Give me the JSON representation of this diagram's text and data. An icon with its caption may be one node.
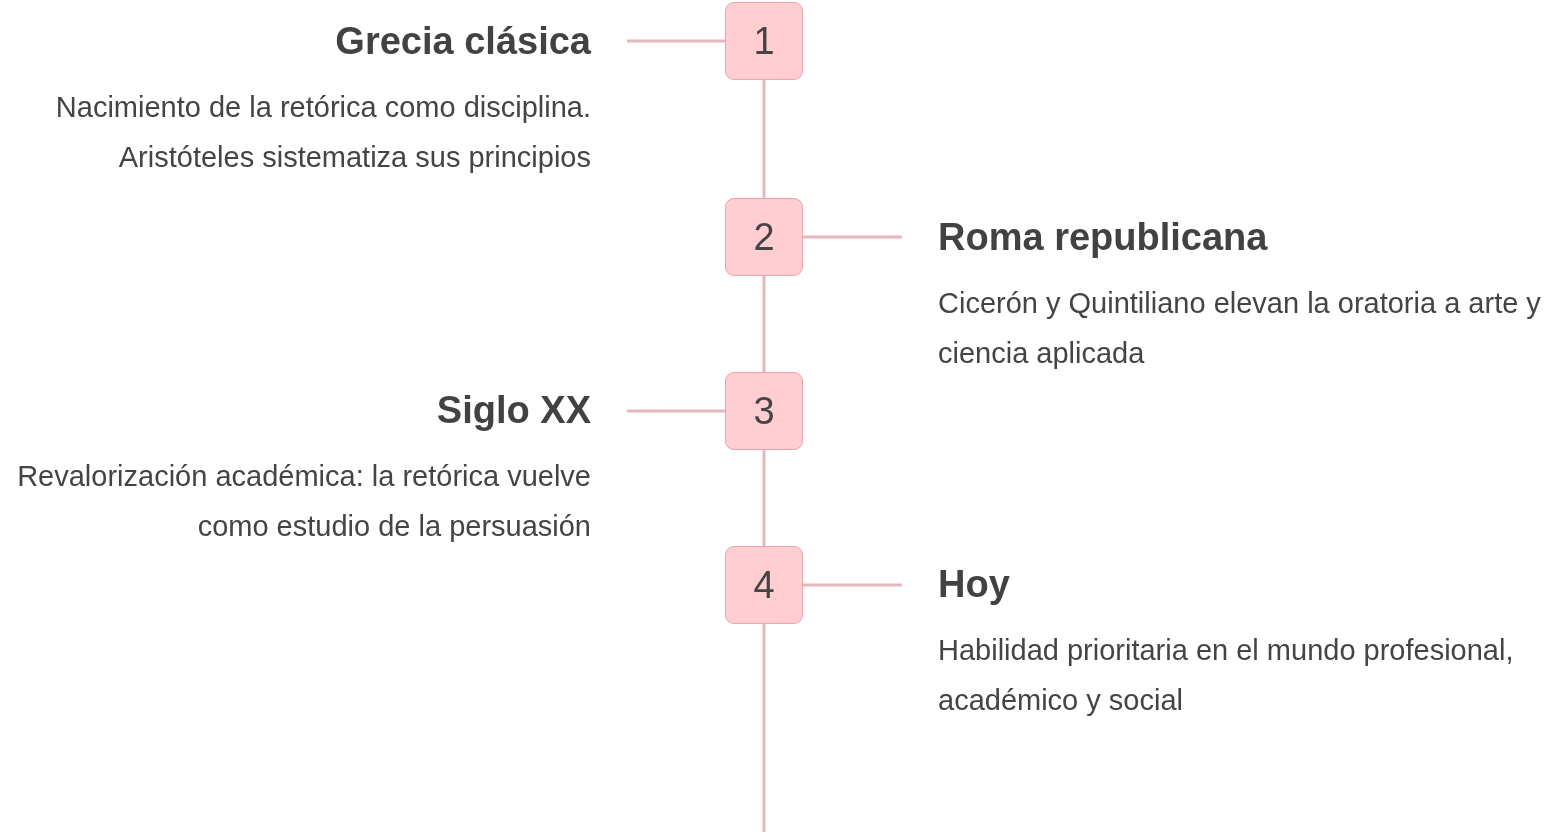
{
  "diagram": {
    "nodes": [
      {
        "text": [
          "Grecia clásica",
          "Nacimiento de la retórica como disciplina. Aristóteles sistematiza sus principios"
        ]
      },
      {
        "text": [
          "1"
        ]
      },
      {
        "text": [
          "2"
        ]
      },
      {
        "text": [
          "Roma republicana",
          "Cicerón y Quintiliano elevan la oratoria a arte y ciencia aplicada"
        ]
      },
      {
        "text": [
          "Siglo XX",
          "Revalorización académica: la retórica vuelve como estudio de la persuasión"
        ]
      },
      {
        "text": [
          "3"
        ]
      },
      {
        "text": [
          "4"
        ]
      },
      {
        "text": [
          "Hoy",
          "Habilidad prioritaria en el mundo profesional, académico y social"
        ]
      }
    ],
    "edges": [
      {
        "from": 1,
        "to": 0,
        "arrow": "none"
      },
      {
        "from": 2,
        "to": 3,
        "arrow": "none"
      },
      {
        "from": 5,
        "to": 4,
        "arrow": "none"
      },
      {
        "from": 6,
        "to": 7,
        "arrow": "none"
      },
      {
        "from": 1,
        "to": 2,
        "arrow": "none"
      },
      {
        "from": 2,
        "to": 5,
        "arrow": "none"
      },
      {
        "from": 5,
        "to": 6,
        "arrow": "none"
      },
      {
        "from": 6,
        "to": null,
        "arrow": "none"
      }
    ]
  }
}
